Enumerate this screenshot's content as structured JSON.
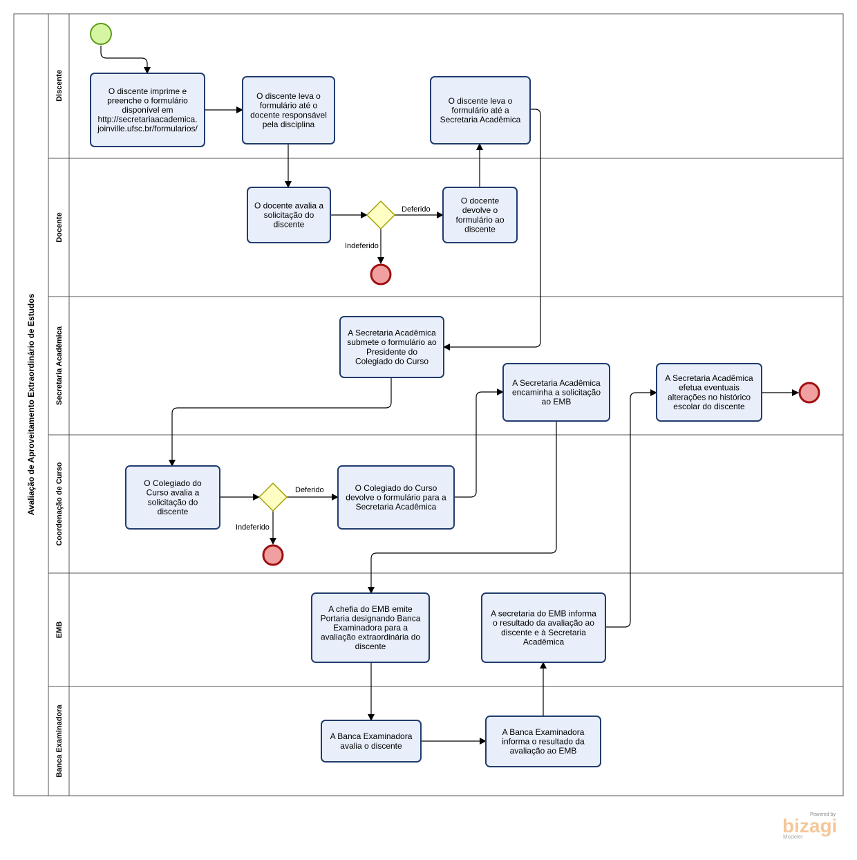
{
  "pool": {
    "title": "Avaliação de Aproveitamento Extraordinário de Estudos"
  },
  "lanes": [
    {
      "id": "discente",
      "label": "Discente"
    },
    {
      "id": "docente",
      "label": "Docente"
    },
    {
      "id": "secretaria",
      "label": "Secretaria Acadêmica"
    },
    {
      "id": "coordenacao",
      "label": "Coordenação de Curso"
    },
    {
      "id": "emb",
      "label": "EMB"
    },
    {
      "id": "banca",
      "label": "Banca Examinadora"
    }
  ],
  "tasks": [
    {
      "id": "t1",
      "lines": [
        "O discente imprime e",
        "preenche o formulário",
        "disponível em",
        "http://secretariaacademica.",
        "joinville.ufsc.br/formularios/"
      ]
    },
    {
      "id": "t2",
      "lines": [
        "O discente leva o",
        "formulário até o",
        "docente responsável",
        "pela disciplina"
      ]
    },
    {
      "id": "t3",
      "lines": [
        "O discente leva o",
        "formulário até a",
        "Secretaria Acadêmica"
      ]
    },
    {
      "id": "t4",
      "lines": [
        "O docente avalia a",
        "solicitação do",
        "discente"
      ]
    },
    {
      "id": "t5",
      "lines": [
        "O docente",
        "devolve o",
        "formulário ao",
        "discente"
      ]
    },
    {
      "id": "t6",
      "lines": [
        "A Secretaria Acadêmica",
        "submete o formulário ao",
        "Presidente do",
        "Colegiado do Curso"
      ]
    },
    {
      "id": "t7",
      "lines": [
        "A Secretaria Acadêmica",
        "encaminha a solicitação",
        "ao EMB"
      ]
    },
    {
      "id": "t8",
      "lines": [
        "A Secretaria Acadêmica",
        "efetua eventuais",
        "alterações no histórico",
        "escolar do discente"
      ]
    },
    {
      "id": "t9",
      "lines": [
        "O Colegiado do",
        "Curso avalia a",
        "solicitação do",
        "discente"
      ]
    },
    {
      "id": "t10",
      "lines": [
        "O Colegiado do Curso",
        "devolve o formulário para a",
        "Secretaria Acadêmica"
      ]
    },
    {
      "id": "t11",
      "lines": [
        "A chefia do EMB emite",
        "Portaria designando Banca",
        "Examinadora para a",
        "avaliação extraordinária do",
        "discente"
      ]
    },
    {
      "id": "t12",
      "lines": [
        "A secretaria do EMB informa",
        "o resultado da avaliação ao",
        "discente e à Secretaria",
        "Acadêmica"
      ]
    },
    {
      "id": "t13",
      "lines": [
        "A Banca Examinadora",
        "avalia o discente"
      ]
    },
    {
      "id": "t14",
      "lines": [
        "A Banca Examinadora",
        "informa o resultado da",
        "avaliação ao EMB"
      ]
    }
  ],
  "flow_labels": {
    "deferido_1": "Deferido",
    "indeferido_1": "Indeferido",
    "deferido_2": "Deferido",
    "indeferido_2": "Indeferido"
  },
  "watermark": {
    "powered": "Powered by",
    "brand": "bizagi",
    "product": "Modeler"
  },
  "colors": {
    "task_fill": "#e8eefa",
    "task_border": "#203c6e",
    "start_fill": "#d6f5a3",
    "end_fill": "#f0a0a0",
    "gateway_fill": "#ffffc4"
  }
}
